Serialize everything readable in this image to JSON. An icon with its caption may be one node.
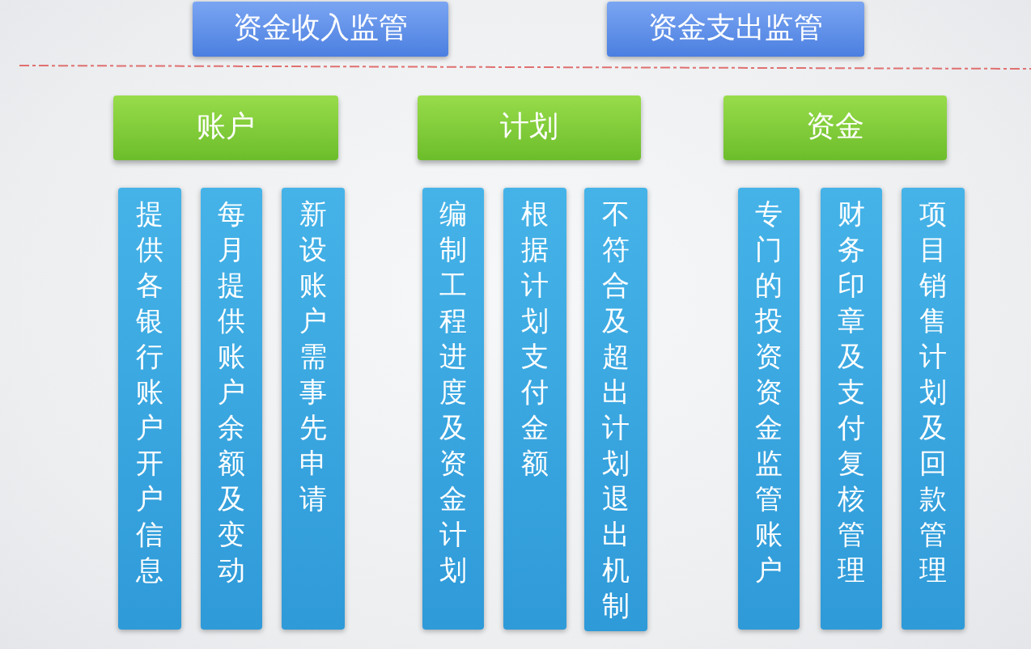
{
  "diagram": {
    "nodes": [
      {
        "text": [
          "资金收入监管"
        ]
      },
      {
        "text": [
          "资金支出监管"
        ]
      },
      {
        "text": [
          "账户"
        ]
      },
      {
        "text": [
          "计划"
        ]
      },
      {
        "text": [
          "资金"
        ]
      },
      {
        "text": [
          "提供各银行账户开户信息"
        ]
      },
      {
        "text": [
          "每月提供账户余额及变动"
        ]
      },
      {
        "text": [
          "新设账户需事先申请"
        ]
      },
      {
        "text": [
          "编制工程进度及资金计划"
        ]
      },
      {
        "text": [
          "根据计划支付金额"
        ]
      },
      {
        "text": [
          "不符合及超出计划退出机制"
        ]
      },
      {
        "text": [
          "专门的投资资金监管账户"
        ]
      },
      {
        "text": [
          "财务印章及支付复核管理"
        ]
      },
      {
        "text": [
          "项目销售计划及回款管理"
        ]
      }
    ]
  }
}
